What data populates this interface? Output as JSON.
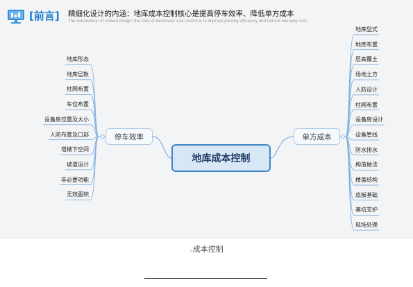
{
  "header": {
    "tag": "[前言]",
    "title": "精细化设计的内涵：地库成本控制核心是提高停车效率、降低单方成本",
    "subtitle": "The connotation of refined design: the core of basement cost control is to improve parking efficiency and reduce one-way cost"
  },
  "mindmap": {
    "root": "地库成本控制",
    "left_branch": {
      "label": "停车效率",
      "items": [
        "地库形态",
        "地库层数",
        "柱网布置",
        "车位布置",
        "设备房位置及大小",
        "人防布置及口部",
        "塔楼下空间",
        "坡道设计",
        "非必要功能",
        "无效面积"
      ]
    },
    "right_branch": {
      "label": "单方成本",
      "items": [
        "地库型式",
        "地库布置",
        "层高覆土",
        "场地土方",
        "人防设计",
        "柱网布置",
        "设备房设计",
        "设备管线",
        "防水排水",
        "构造做法",
        "楼盖结构",
        "底板基础",
        "基坑支护",
        "现场处理"
      ]
    },
    "colors": {
      "line": "#7fb0e0",
      "root_border": "#3d86c6",
      "root_fill": "#d8e7f6",
      "branch_border": "#a9c9e9"
    }
  },
  "caption": {
    "marker": "▵",
    "text": "成本控制"
  }
}
